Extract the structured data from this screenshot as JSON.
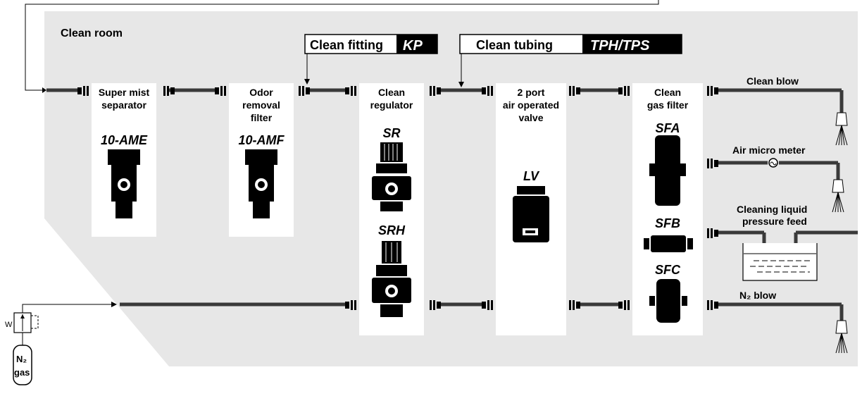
{
  "room_label": "Clean room",
  "callouts": {
    "fitting": {
      "label": "Clean fitting",
      "model": "KP"
    },
    "tubing": {
      "label": "Clean tubing",
      "model": "TPH/TPS"
    }
  },
  "components": {
    "mist": {
      "lines": [
        "Super mist",
        "separator"
      ],
      "model": "10-AME"
    },
    "odor": {
      "lines": [
        "Odor",
        "removal",
        "filter"
      ],
      "model": "10-AMF"
    },
    "regulator": {
      "lines": [
        "Clean",
        "regulator"
      ],
      "model_top": "SR",
      "model_bottom": "SRH"
    },
    "valve": {
      "lines": [
        "2 port",
        "air operated",
        "valve"
      ],
      "model": "LV"
    },
    "gasfilter": {
      "lines": [
        "Clean",
        "gas filter"
      ],
      "model_a": "SFA",
      "model_b": "SFB",
      "model_c": "SFC"
    }
  },
  "outputs": {
    "clean_blow": "Clean blow",
    "air_micro_meter": "Air micro meter",
    "cleaning_liquid": [
      "Cleaning liquid",
      "pressure feed"
    ],
    "n2_blow": "N₂ blow"
  },
  "source": {
    "cylinder": [
      "N₂",
      "gas"
    ]
  },
  "colors": {
    "room": "#e7e7e7",
    "tube": "#3a3a3a",
    "panel": "#ffffff",
    "badge": "#000000"
  }
}
